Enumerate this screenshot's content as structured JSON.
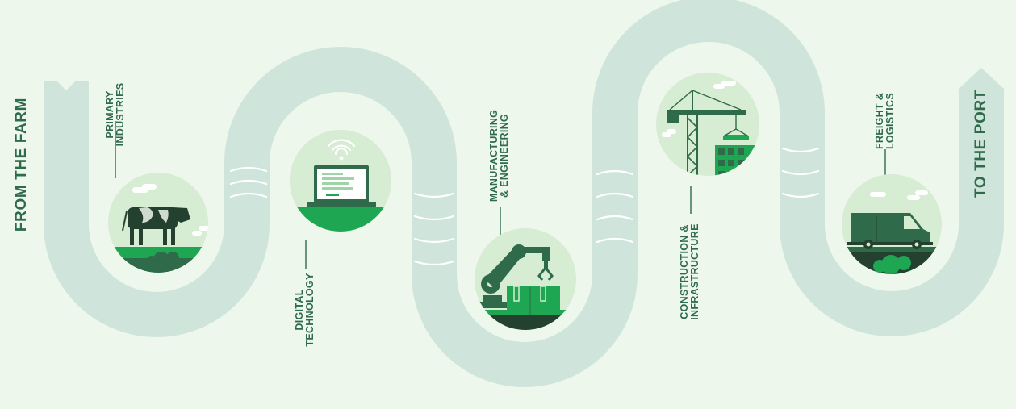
{
  "start_label": "FROM THE FARM",
  "end_label": "TO THE PORT",
  "sectors": [
    {
      "line1": "PRIMARY",
      "line2": "INDUSTRIES",
      "icon": "cow-icon"
    },
    {
      "line1": "DIGITAL",
      "line2": "TECHNOLOGY",
      "icon": "laptop-wifi-icon"
    },
    {
      "line1": "MANUFACTURING",
      "line2": "& ENGINEERING",
      "icon": "robot-arm-icon"
    },
    {
      "line1": "CONSTRUCTION &",
      "line2": "INFRASTRUCTURE",
      "icon": "crane-building-icon"
    },
    {
      "line1": "FREIGHT &",
      "line2": "LOGISTICS",
      "icon": "truck-icon"
    }
  ],
  "colors": {
    "background": "#eef7ec",
    "road": "#cfe5dc",
    "circle": "#d6ecd3",
    "bright_green": "#1ea653",
    "dark_green": "#2f6b4a",
    "text": "#2f6b4a"
  }
}
